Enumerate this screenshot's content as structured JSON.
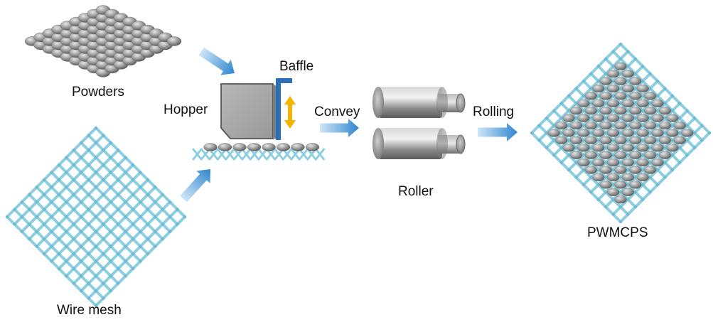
{
  "labels": {
    "powders": "Powders",
    "wire_mesh": "Wire mesh",
    "hopper": "Hopper",
    "baffle": "Baffle",
    "convey": "Convey",
    "roller": "Roller",
    "rolling": "Rolling",
    "product": "PWMCPS"
  },
  "colors": {
    "arrow_blue": "#2f86cf",
    "mesh_wire": "#8ccfe0",
    "powder_gray": "#9c9c9c",
    "hopper_gray": "#a9a9a9",
    "baffle_blue": "#2b6fb5",
    "adjust_arrow": "#f5b400",
    "roller_gray": "#8e8e8e"
  },
  "icons": {
    "process_arrow": "blue-gradient-arrow",
    "adjust_arrow": "double-headed-vertical-arrow"
  }
}
